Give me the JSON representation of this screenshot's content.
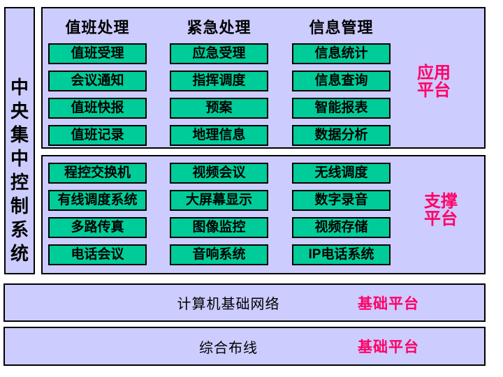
{
  "system_bar": {
    "title": "中央集中控制系统"
  },
  "platforms": {
    "application": {
      "label": "应用平台",
      "columns": [
        {
          "header": "值班处理",
          "modules": [
            "值班受理",
            "会议通知",
            "值班快报",
            "值班记录"
          ]
        },
        {
          "header": "紧急处理",
          "modules": [
            "应急受理",
            "指挥调度",
            "预案",
            "地理信息"
          ]
        },
        {
          "header": "信息管理",
          "modules": [
            "信息统计",
            "信息查询",
            "智能报表",
            "数据分析"
          ]
        }
      ]
    },
    "support": {
      "label": "支撑平台",
      "columns": [
        {
          "modules": [
            "程控交换机",
            "有线调度系统",
            "多路传真",
            "电话会议"
          ]
        },
        {
          "modules": [
            "视频会议",
            "大屏幕显示",
            "图像监控",
            "音响系统"
          ]
        },
        {
          "modules": [
            "无线调度",
            "数字录音",
            "视频存储",
            "IP电话系统"
          ]
        }
      ]
    },
    "base": [
      {
        "title": "计算机基础网络",
        "label": "基础平台"
      },
      {
        "title": "综合布线",
        "label": "基础平台"
      }
    ]
  },
  "colors": {
    "panel_bg": "#ccccff",
    "module_bg": "#00cc99",
    "platform_label": "#ff0066",
    "border": "#000000",
    "text": "#000000"
  }
}
